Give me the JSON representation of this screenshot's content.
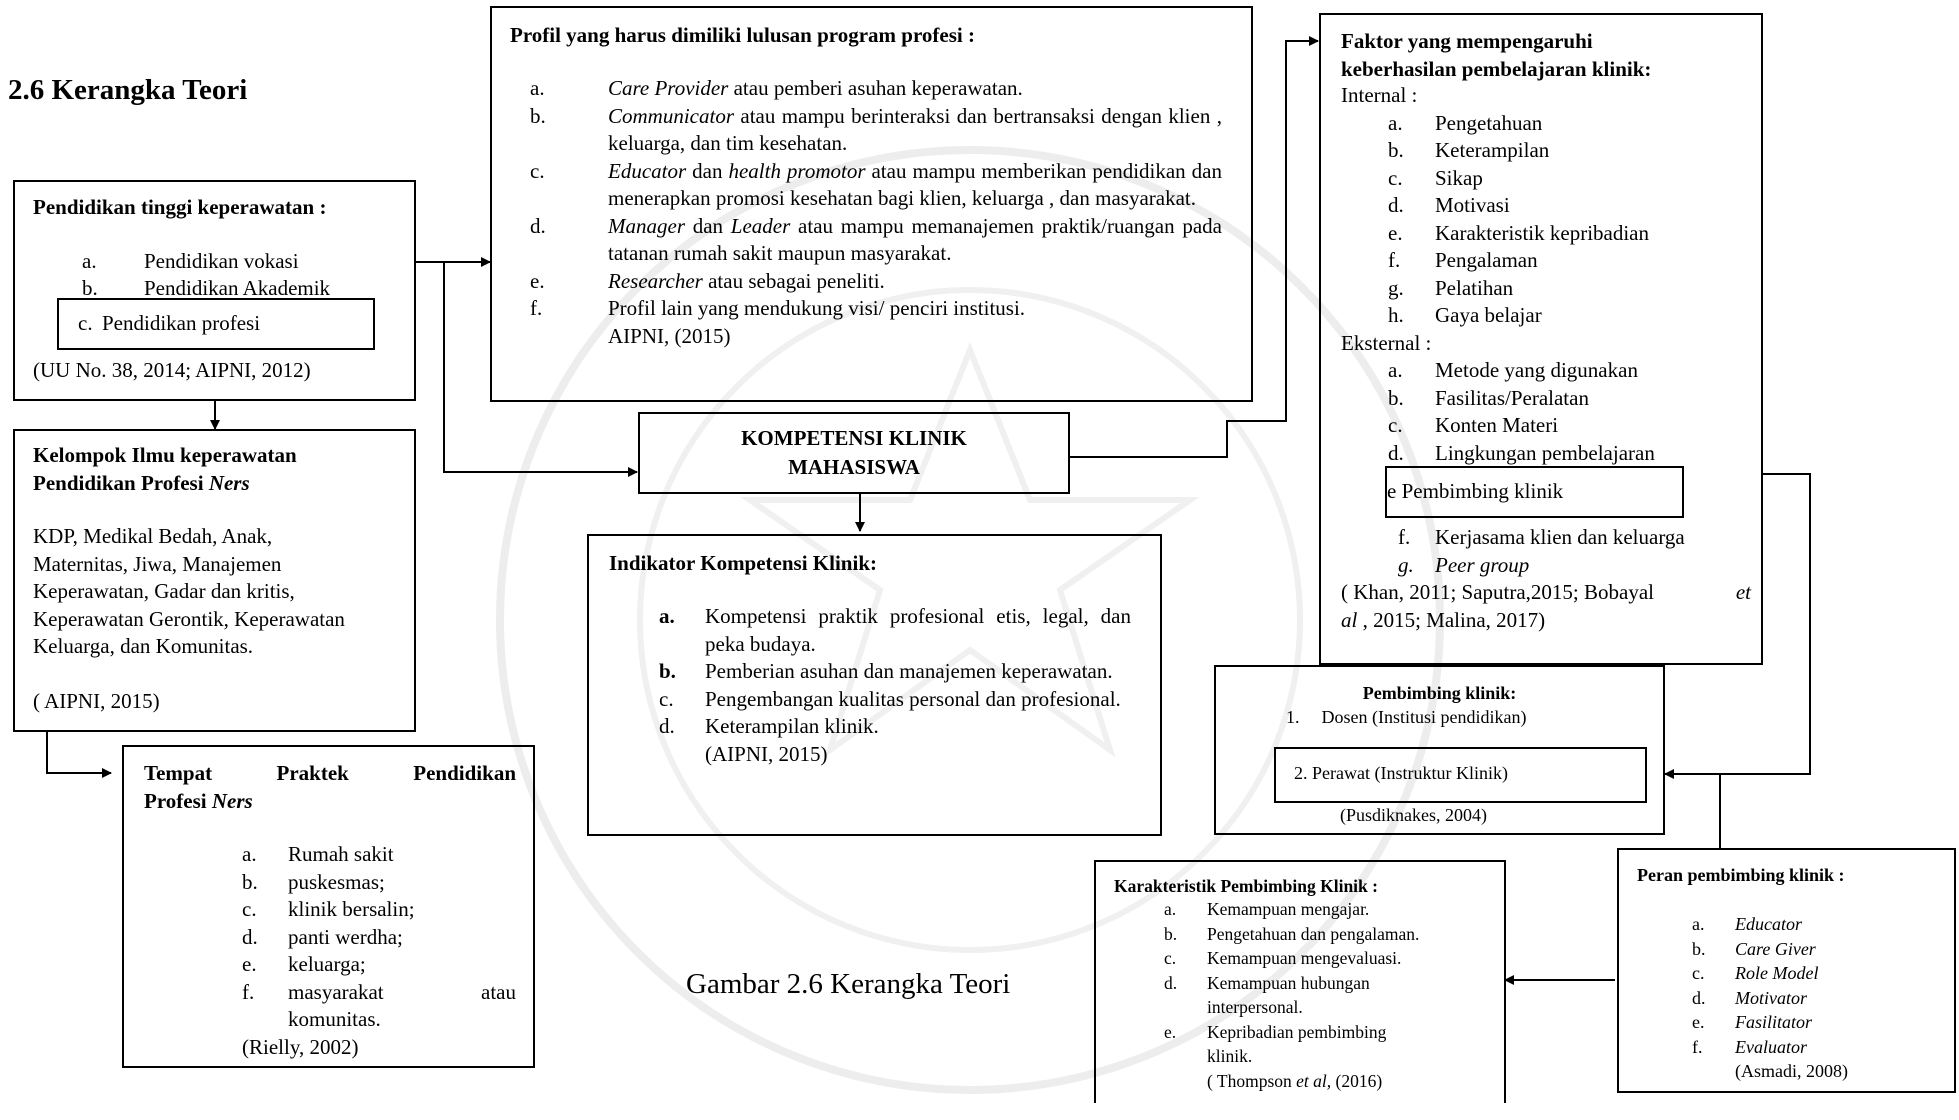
{
  "section_title": "2.6 Kerangka Teori",
  "caption": "Gambar 2.6 Kerangka Teori",
  "colors": {
    "line": "#000000",
    "watermark": "#ededed"
  },
  "pendidikan": {
    "title": "Pendidikan tinggi keperawatan :",
    "items": [
      {
        "marker": "a.",
        "text": "Pendidikan vokasi"
      },
      {
        "marker": "b.",
        "text": "Pendidikan Akademik"
      },
      {
        "marker": "c.",
        "text": "Pendidikan profesi"
      }
    ],
    "source": "(UU No. 38, 2014; AIPNI, 2012)"
  },
  "kelompok": {
    "title_line1": "Kelompok Ilmu keperawatan",
    "title_line2_prefix": "Pendidikan Profesi ",
    "title_line2_italic": "Ners",
    "body": [
      "KDP, Medikal Bedah, Anak,",
      "Maternitas, Jiwa, Manajemen",
      "Keperawatan, Gadar dan kritis,",
      "Keperawatan Gerontik, Keperawatan",
      "Keluarga, dan Komunitas."
    ],
    "source": "( AIPNI, 2015)"
  },
  "tempat": {
    "title_line1_words": [
      "Tempat",
      "Praktek",
      "Pendidikan"
    ],
    "title_line2_prefix": "Profesi ",
    "title_line2_italic": "Ners",
    "items": [
      {
        "marker": "a.",
        "text": "Rumah sakit"
      },
      {
        "marker": "b.",
        "text": "puskesmas;"
      },
      {
        "marker": "c.",
        "text": "klinik bersalin;"
      },
      {
        "marker": "d.",
        "text": "panti werdha;"
      },
      {
        "marker": "e.",
        "text": "keluarga;"
      },
      {
        "marker": "f.",
        "text": "masyarakat",
        "trail": "atau",
        "cont": "komunitas."
      }
    ],
    "source": "(Rielly, 2002)"
  },
  "profil": {
    "title": "Profil yang harus dimiliki lulusan program profesi :",
    "items": [
      {
        "marker": "a.",
        "italic": "Care Provider",
        "rest": " atau pemberi asuhan keperawatan."
      },
      {
        "marker": "b.",
        "italic": "Communicator",
        "rest": " atau mampu berinteraksi dan bertransaksi dengan klien , keluarga, dan tim kesehatan."
      },
      {
        "marker": "c.",
        "italic": "Educator",
        "mid": " dan ",
        "italic2": "health promotor",
        "rest": " atau mampu memberikan pendidikan dan menerapkan promosi kesehatan bagi klien, keluarga , dan masyarakat."
      },
      {
        "marker": "d.",
        "italic": "Manager",
        "mid": " dan ",
        "italic2": "Leader",
        "rest": " atau mampu memanajemen praktik/ruangan pada tatanan rumah sakit maupun masyarakat."
      },
      {
        "marker": "e.",
        "italic": "Researcher",
        "rest": " atau sebagai peneliti."
      },
      {
        "marker": "f.",
        "rest": "Profil lain yang mendukung visi/ penciri institusi."
      }
    ],
    "source": "AIPNI, (2015)"
  },
  "kompetensi": {
    "line1": "KOMPETENSI KLINIK",
    "line2": "MAHASISWA"
  },
  "indikator": {
    "title": "Indikator  Kompetensi Klinik:",
    "items": [
      {
        "marker": "a.",
        "text": "Kompetensi praktik profesional etis, legal, dan peka budaya."
      },
      {
        "marker": "b.",
        "text": "Pemberian asuhan dan manajemen keperawatan."
      },
      {
        "marker": "c.",
        "text": "Pengembangan kualitas personal dan profesional."
      },
      {
        "marker": "d.",
        "text": "Keterampilan klinik."
      }
    ],
    "source": "(AIPNI, 2015)"
  },
  "faktor": {
    "title_line1": "Faktor yang mempengaruhi",
    "title_line2": "keberhasilan pembelajaran klinik:",
    "internal_label": "Internal :",
    "internal": [
      {
        "marker": "a.",
        "text": "Pengetahuan"
      },
      {
        "marker": "b.",
        "text": "Keterampilan"
      },
      {
        "marker": "c.",
        "text": "Sikap"
      },
      {
        "marker": "d.",
        "text": "Motivasi"
      },
      {
        "marker": "e.",
        "text": "Karakteristik kepribadian"
      },
      {
        "marker": "f.",
        "text": "Pengalaman"
      },
      {
        "marker": "g.",
        "text": "Pelatihan"
      },
      {
        "marker": "h.",
        "text": "Gaya belajar"
      }
    ],
    "eksternal_label": "Eksternal :",
    "eksternal": [
      {
        "marker": "a.",
        "text": "Metode yang digunakan"
      },
      {
        "marker": "b.",
        "text": "Fasilitas/Peralatan"
      },
      {
        "marker": "c.",
        "text": "Konten Materi"
      },
      {
        "marker": "d.",
        "text": "Lingkungan pembelajaran"
      }
    ],
    "highlight": "e Pembimbing klinik",
    "eksternal_after": [
      {
        "marker": "f.",
        "text": "Kerjasama klien dan keluarga"
      },
      {
        "marker": "g.",
        "text": "Peer group",
        "italic": true
      }
    ],
    "source_line1_prefix": "( Khan, 2011; Saputra,2015; Bobayal ",
    "source_line1_italic": "et",
    "source_line2_italic": "al",
    "source_line2_rest": " , 2015; Malina, 2017)"
  },
  "pembimbing": {
    "title": "Pembimbing klinik:",
    "item1_marker": "1.",
    "item1": "Dosen (Institusi pendidikan)",
    "item2": "2.  Perawat (Instruktur Klinik)",
    "source": "(Pusdiknakes, 2004)"
  },
  "karakteristik": {
    "title": "Karakteristik Pembimbing Klinik :",
    "items": [
      {
        "marker": "a.",
        "lines": [
          "Kemampuan mengajar."
        ]
      },
      {
        "marker": "b.",
        "lines": [
          "Pengetahuan dan pengalaman."
        ]
      },
      {
        "marker": "c.",
        "lines": [
          "Kemampuan mengevaluasi."
        ]
      },
      {
        "marker": "d.",
        "lines": [
          "Kemampuan hubungan",
          "interpersonal."
        ]
      },
      {
        "marker": "e.",
        "lines": [
          "Kepribadian pembimbing",
          "klinik."
        ]
      }
    ],
    "source_prefix": "( Thompson ",
    "source_italic": "et al,",
    "source_rest": " (2016)"
  },
  "peran": {
    "title": "Peran pembimbing klinik :",
    "items": [
      {
        "marker": "a.",
        "text": "Educator"
      },
      {
        "marker": "b.",
        "text": "Care Giver"
      },
      {
        "marker": "c.",
        "text": "Role Model"
      },
      {
        "marker": "d.",
        "text": "Motivator"
      },
      {
        "marker": "e.",
        "text": "Fasilitator"
      },
      {
        "marker": "f.",
        "text": "Evaluator"
      }
    ],
    "source": "(Asmadi, 2008)"
  }
}
